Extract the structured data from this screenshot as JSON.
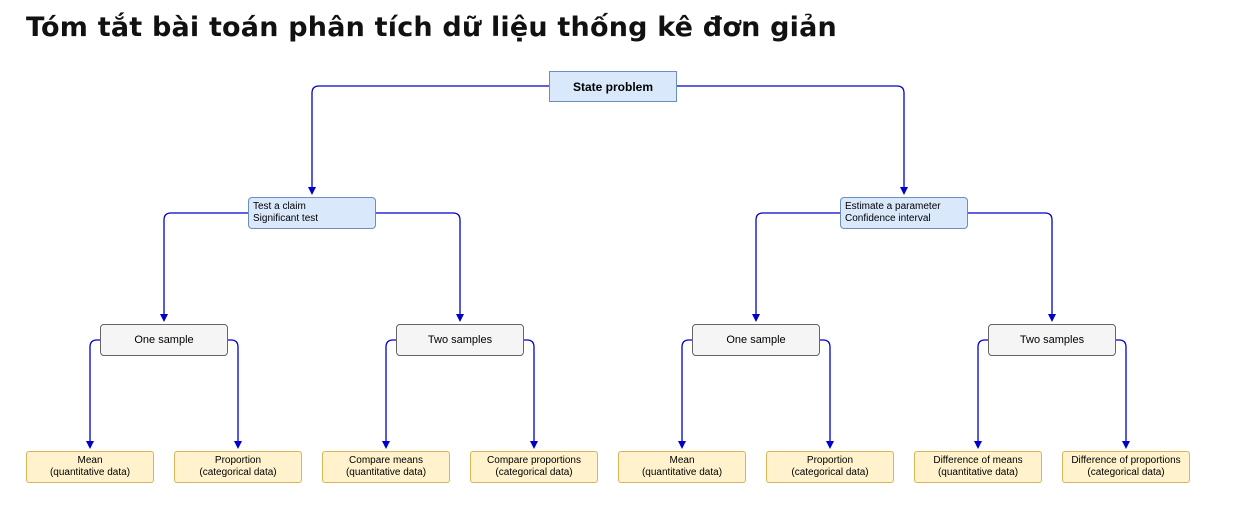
{
  "title": "Tóm tắt bài toán phân tích dữ liệu thống kê đơn giản",
  "colors": {
    "edge": "#0000cc",
    "blue_fill": "#dae8fc",
    "gray_fill": "#f5f5f5",
    "yellow_fill": "#fff2cc"
  },
  "diagram": {
    "root": {
      "label": "State problem"
    },
    "branches": [
      {
        "lines": [
          "Test a claim",
          "Significant test"
        ],
        "groups": [
          {
            "label": "One sample",
            "leaves": [
              {
                "lines": [
                  "Mean",
                  "(quantitative data)"
                ]
              },
              {
                "lines": [
                  "Proportion",
                  "(categorical data)"
                ]
              }
            ]
          },
          {
            "label": "Two samples",
            "leaves": [
              {
                "lines": [
                  "Compare means",
                  "(quantitative data)"
                ]
              },
              {
                "lines": [
                  "Compare proportions",
                  "(categorical data)"
                ]
              }
            ]
          }
        ]
      },
      {
        "lines": [
          "Estimate a parameter",
          "Confidence interval"
        ],
        "groups": [
          {
            "label": "One sample",
            "leaves": [
              {
                "lines": [
                  "Mean",
                  "(quantitative data)"
                ]
              },
              {
                "lines": [
                  "Proportion",
                  "(categorical data)"
                ]
              }
            ]
          },
          {
            "label": "Two samples",
            "leaves": [
              {
                "lines": [
                  "Difference of means",
                  "(quantitative data)"
                ]
              },
              {
                "lines": [
                  "Difference of proportions",
                  "(categorical data)"
                ]
              }
            ]
          }
        ]
      }
    ]
  }
}
